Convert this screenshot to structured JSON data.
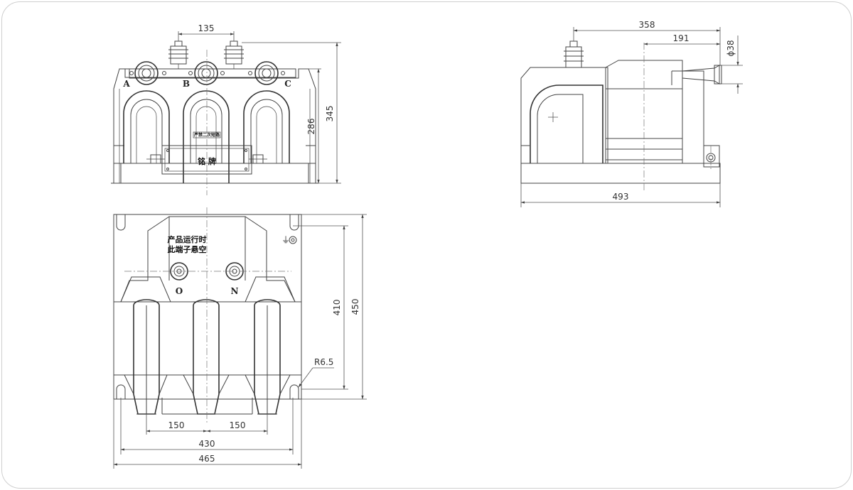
{
  "front_view": {
    "dim_top": "135",
    "dim_height_inner": "286",
    "dim_height_outer": "345",
    "phase_a": "A",
    "phase_b": "B",
    "phase_c": "C",
    "small_label": "严禁二次短路",
    "nameplate": "铭 牌"
  },
  "side_view": {
    "dim_358": "358",
    "dim_191": "191",
    "dim_dia": "ϕ38",
    "dim_493": "493"
  },
  "bottom_view": {
    "note_line1": "产品运行时",
    "note_line2": "此端子悬空",
    "terminal_o": "O",
    "terminal_n": "N",
    "dim_410": "410",
    "dim_450": "450",
    "dim_r": "R6.5",
    "dim_150a": "150",
    "dim_150b": "150",
    "dim_430": "430",
    "dim_465": "465",
    "ground_symbol": "⏚"
  },
  "colors": {
    "line": "#444444",
    "background": "#ffffff",
    "border": "#cfcfcf"
  }
}
